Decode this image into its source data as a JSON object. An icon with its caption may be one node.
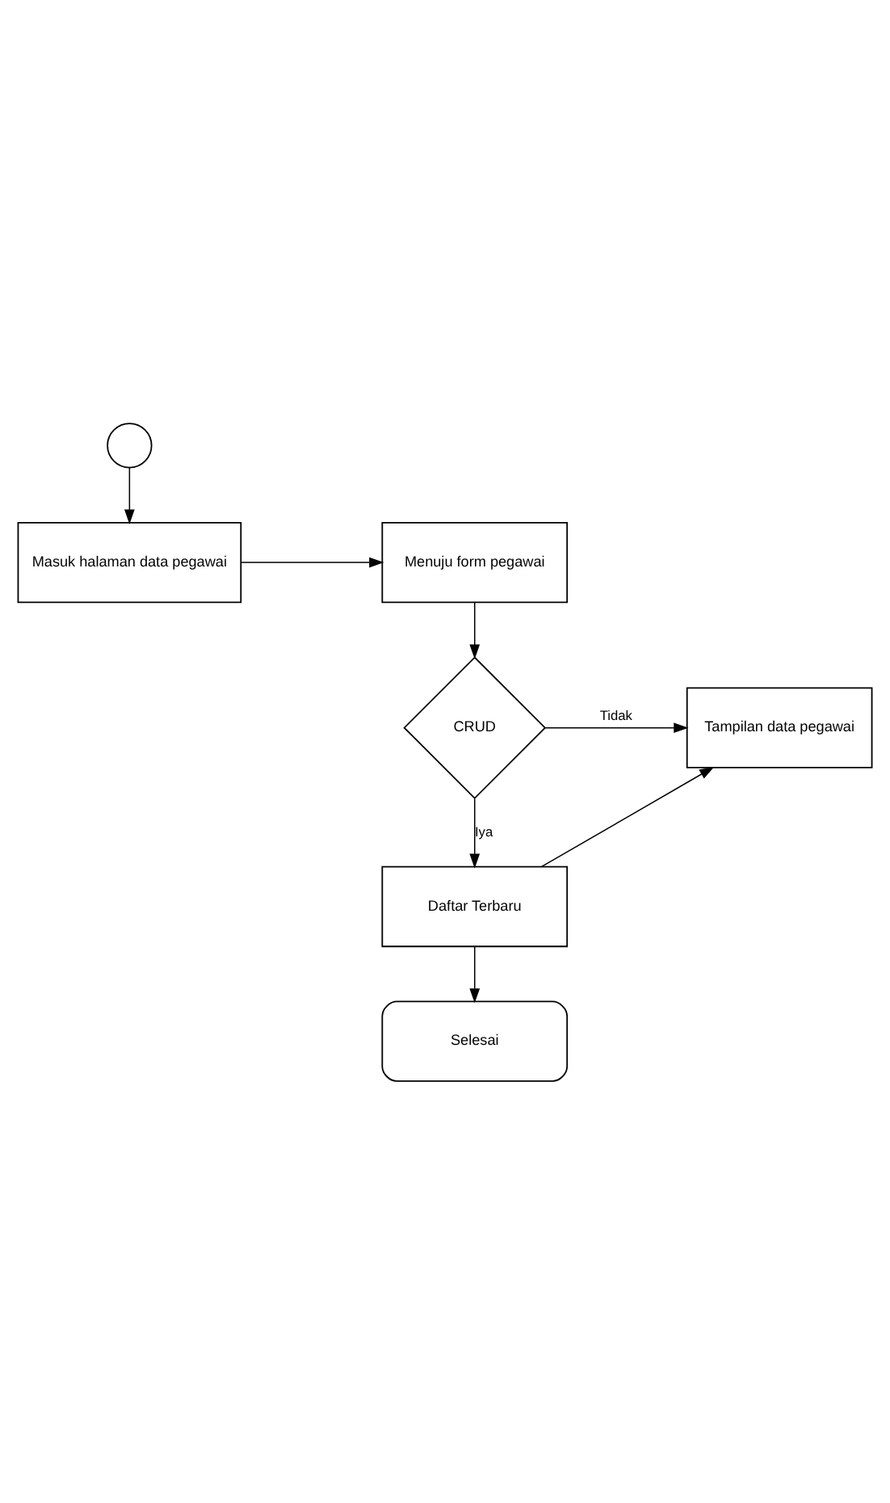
{
  "diagram": {
    "nodes": [
      {
        "text": [],
        "shape": "circle"
      },
      {
        "text": [
          "Masuk halaman data pegawai"
        ]
      },
      {
        "text": [
          "Menuju form pegawai"
        ]
      },
      {
        "text": [
          "CRUD"
        ]
      },
      {
        "text": [
          "Tampilan data pegawai"
        ]
      },
      {
        "text": [
          "Daftar Terbaru"
        ]
      },
      {
        "text": [
          "Selesai"
        ]
      }
    ],
    "edges": [
      {
        "from": 0,
        "to": 1,
        "arrow": "to"
      },
      {
        "from": 1,
        "to": 2,
        "arrow": "to"
      },
      {
        "from": 2,
        "to": 3,
        "arrow": "to"
      },
      {
        "from": 3,
        "to": 4,
        "arrow": "to",
        "label": "Tidak"
      },
      {
        "from": 3,
        "to": 5,
        "arrow": "to",
        "label": "Iya"
      },
      {
        "from": 5,
        "to": 4,
        "arrow": "to"
      },
      {
        "from": 5,
        "to": 6,
        "arrow": "to"
      }
    ]
  }
}
